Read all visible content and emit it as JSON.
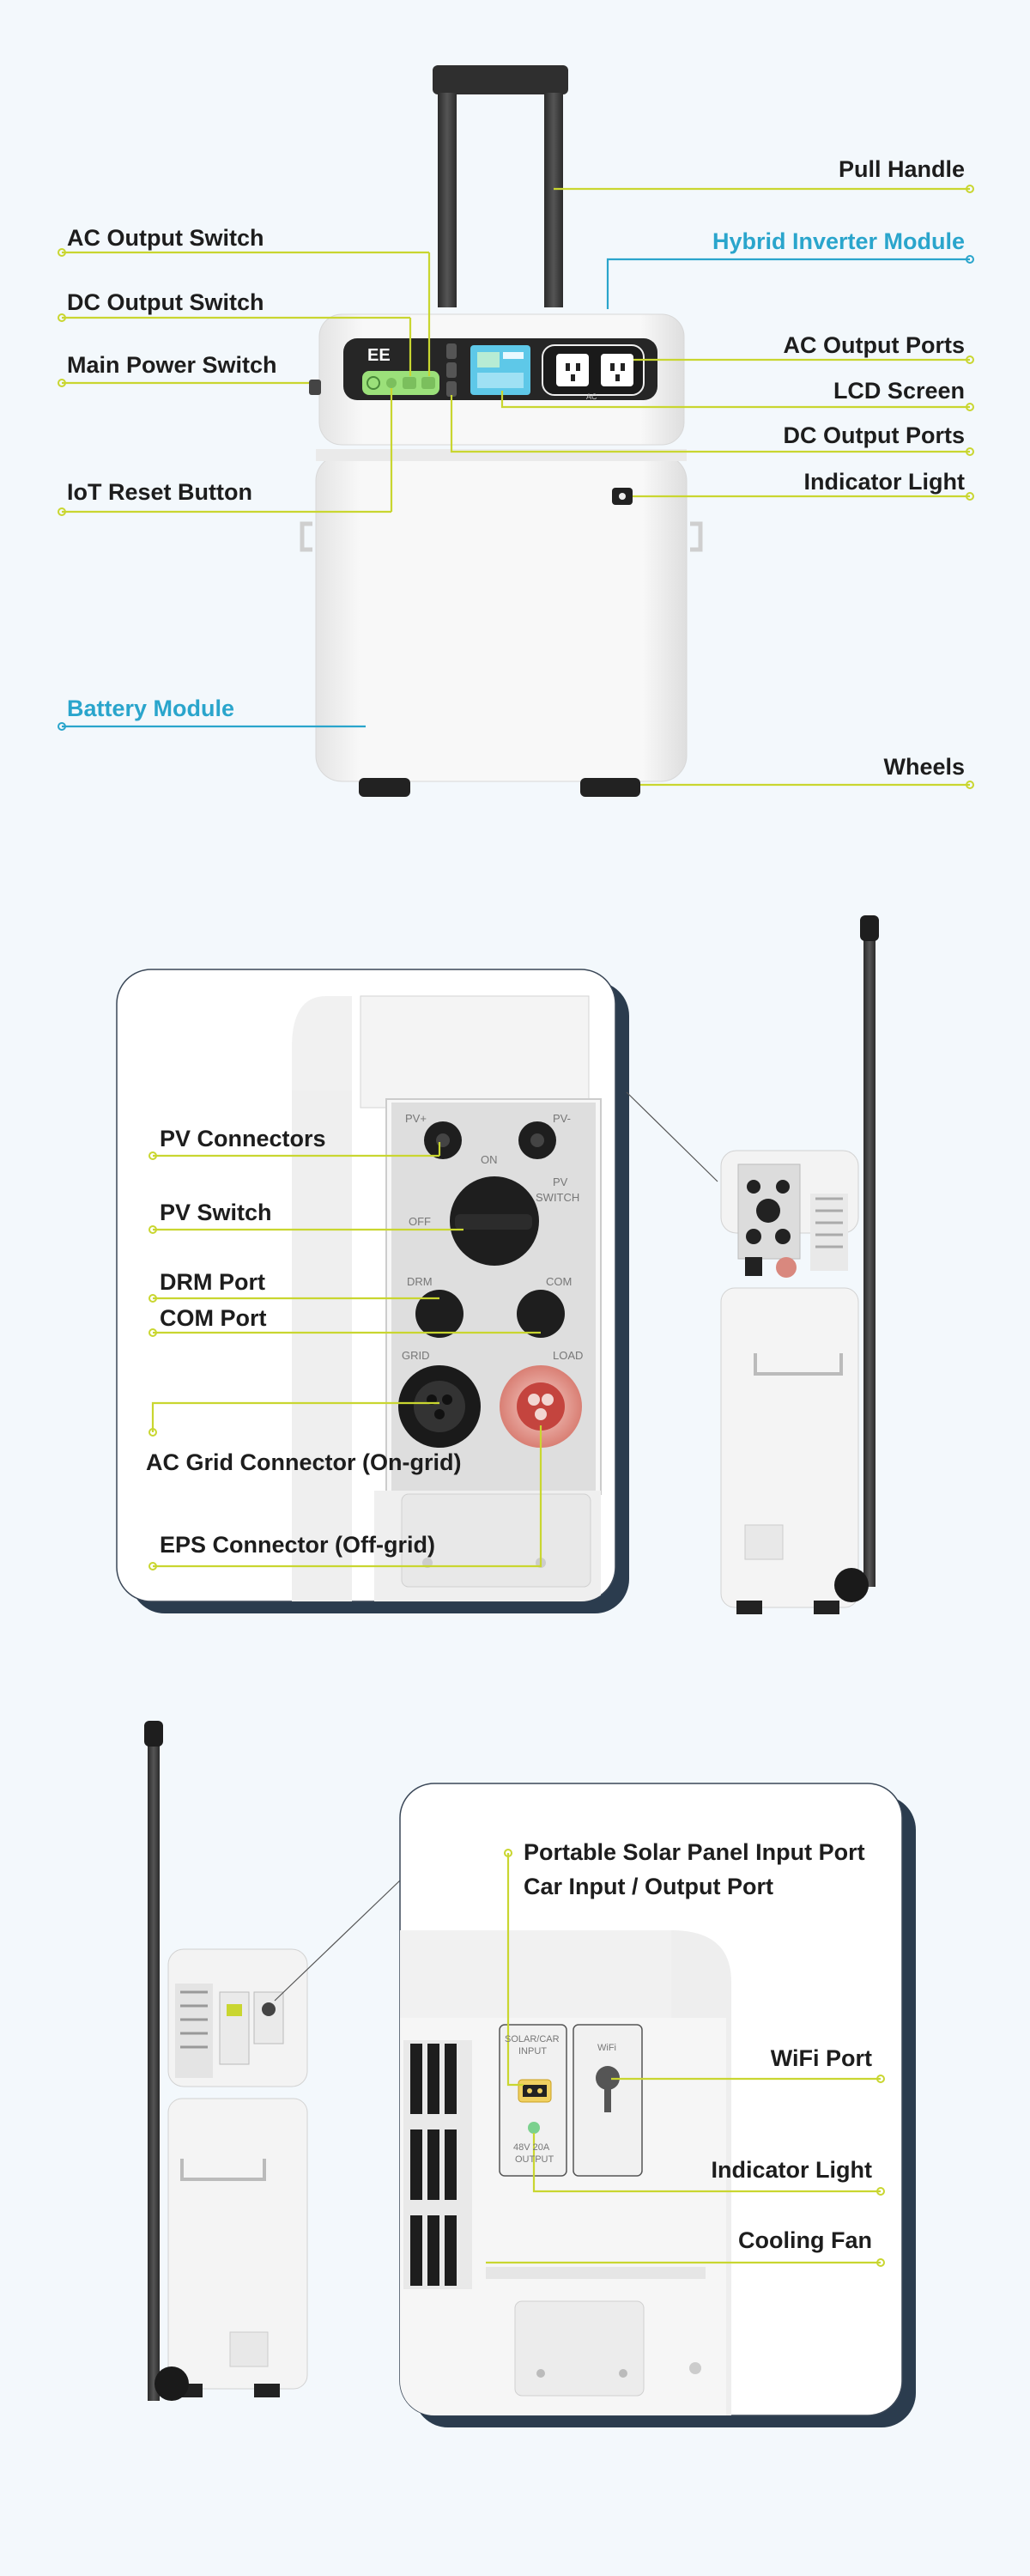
{
  "colors": {
    "background": "#f3f8fc",
    "callout_line": "#c9d630",
    "module_line": "#2aa5cc",
    "label_text": "#1d1d1d",
    "module_text": "#2aa5cc",
    "panel_border": "#2b3c4e",
    "device_body": "#f4f4f4",
    "screen": "#5ec8e8",
    "switch_panel": "#9be07a"
  },
  "front_view": {
    "labels": {
      "pull_handle": "Pull Handle",
      "hybrid_inverter_module": "Hybrid Inverter Module",
      "ac_output_switch": "AC Output Switch",
      "dc_output_switch": "DC Output Switch",
      "main_power_switch": "Main Power Switch",
      "ac_output_ports": "AC Output Ports",
      "lcd_screen": "LCD Screen",
      "dc_output_ports": "DC Output Ports",
      "iot_reset_button": "IoT Reset Button",
      "indicator_light": "Indicator Light",
      "battery_module": "Battery Module",
      "wheels": "Wheels"
    },
    "device_text": {
      "brand": "EE",
      "ac_marking": "AC"
    }
  },
  "left_side_view": {
    "labels": {
      "pv_connectors": "PV Connectors",
      "pv_switch": "PV Switch",
      "drm_port": "DRM Port",
      "com_port": "COM Port",
      "ac_grid_connector": "AC Grid Connector (On-grid)",
      "eps_connector": "EPS Connector (Off-grid)"
    },
    "panel_markings": {
      "pv_plus": "PV+",
      "pv_minus": "PV-",
      "on": "ON",
      "off": "OFF",
      "pv_switch_line1": "PV",
      "pv_switch_line2": "SWITCH",
      "drm": "DRM",
      "com": "COM",
      "grid": "GRID",
      "load": "LOAD"
    }
  },
  "right_side_view": {
    "labels": {
      "portable_solar_input": "Portable Solar Panel Input Port",
      "car_io_port": "Car Input / Output Port",
      "wifi_port": "WiFi Port",
      "indicator_light": "Indicator Light",
      "cooling_fan": "Cooling Fan"
    },
    "panel_markings": {
      "solar_car_line1": "SOLAR/CAR",
      "solar_car_line2": "INPUT",
      "wifi": "WiFi",
      "output_line1": "48V 20A",
      "output_line2": "OUTPUT"
    }
  }
}
